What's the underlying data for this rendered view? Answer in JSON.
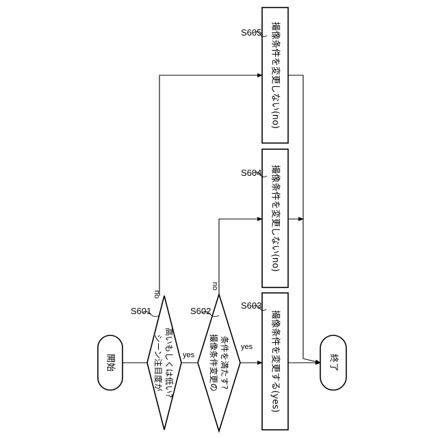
{
  "start": "開始",
  "end": "終了",
  "s601": {
    "id": "S601",
    "line1": "シーン注目度が",
    "line2": "高いもしくは低い?",
    "yes": "yes",
    "no": "no"
  },
  "s602": {
    "id": "S602",
    "line1": "撮像条件変更の",
    "line2": "条件を満たす?",
    "yes": "yes",
    "no": "no"
  },
  "s603": {
    "id": "S603",
    "text": "撮像条件を変更する(yes)"
  },
  "s604": {
    "id": "S604",
    "text": "撮像条件を変更しない(no)"
  },
  "s605": {
    "id": "S605",
    "text": "撮像条件を変更しない(no)"
  }
}
